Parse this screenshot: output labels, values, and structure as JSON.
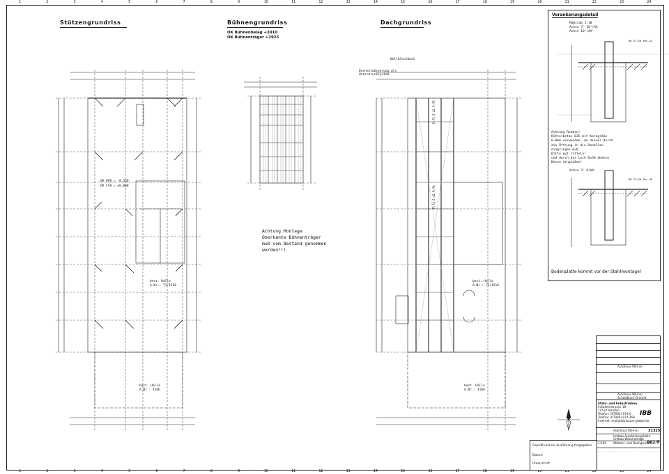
{
  "titles": {
    "stuetzen": "Stützengrundriss",
    "buehnen": "Bühnengrundriss",
    "dach": "Dachgrundriss",
    "verankerung": "Verankerungsdetail"
  },
  "buehnen_sub": [
    "OK Bühnenbelag  +3010",
    "OK Bühnenträger  +2925"
  ],
  "montage_note": "Achtung Montage\nOberkante Bühnenträger\nmuß vom Bestand genommen\nwerden!!!",
  "verankerung": {
    "scale": "Maßstab 1:10",
    "achse1": "Achse 3'-10'/AA",
    "achse2": "Achse 10'/AA'",
    "label_top": "RD 27/16 Pos.41",
    "rohbau_note": "Achtung Rohbau!\nRüttelbeton B25 mit Korngröße\n0-8mm verwenden, da dieser durch\ndie Öffnung in die Rohdlöze\neingringen muß.\nBitte gut rütteln!\nund durch das Loch D=50 ebenso\nBeton eingießen!",
    "achse3": "Achse 3'-9/AA'",
    "label_bot": "RD 27/16 Pos.38",
    "footer": "Bodenplatte kommt vor der Stahlmontage!"
  },
  "plan_labels": {
    "bestand_halle_1": "best. Halle",
    "auftrag_1": "A.Nr.: 71/1516",
    "bestand_halle_2": "best. Halle",
    "auftrag_2": "A.Nr.: 4106",
    "ok_rfb": "OK RFB = -0,350",
    "ok_ffb": "OK FFB = ±0,000",
    "wellblech": "Wellblechdach",
    "dachdeckung": "Dachentwässerung als\nUnterdrucksystem"
  },
  "title_block": {
    "company": "Stahl- und Industriebau",
    "street": "Industriestrasse 18",
    "city": "74532 Ilshofen",
    "tel": "Telefon: (07904) 974-0",
    "fax": "Telefax: (07904) 974-268",
    "email": "Internet: mail@ibb-bauer-global.de",
    "logo": "IBB",
    "bauherr": "Autohaus Wörner",
    "ort": "Schwäbisch Gmünd",
    "bauvorhaben": "Umbau Ausstellungshalle",
    "bauteil": "Umbau Waschanlage",
    "zeichnungstitel": "Stützen- und Dachgrundriss",
    "massstab": "1:100",
    "auftrag": "31325",
    "blatt": "001/E",
    "freigabe": "Geprüft und zur Ausführung freigegeben.",
    "datum_label": "Datum:",
    "unterschrift_label": "Unterschrift:"
  },
  "ruler_numbers": [
    "1",
    "2",
    "3",
    "4",
    "5",
    "6",
    "7",
    "8",
    "9",
    "10",
    "11",
    "12",
    "13",
    "14",
    "15",
    "16",
    "17",
    "18",
    "19",
    "20",
    "21",
    "22",
    "23",
    "24"
  ]
}
